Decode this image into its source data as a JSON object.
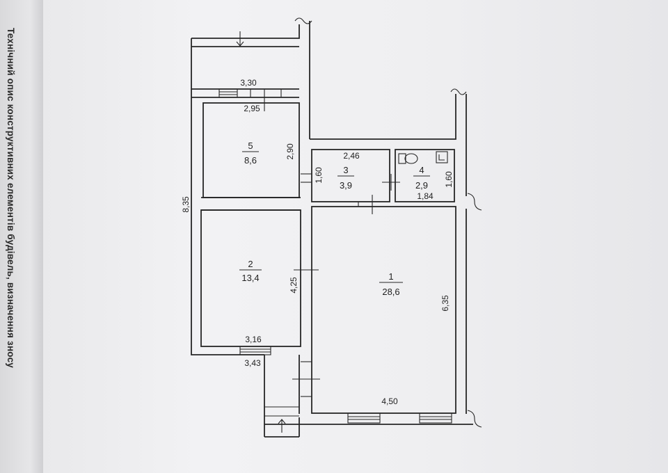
{
  "side_caption": "Технічний опис конструктивних елементів будівель, визначення зносу",
  "rooms": [
    {
      "number": "1",
      "area": "28,6"
    },
    {
      "number": "2",
      "area": "13,4"
    },
    {
      "number": "3",
      "area": "3,9"
    },
    {
      "number": "4",
      "area": "2,9"
    },
    {
      "number": "5",
      "area": "8,6"
    }
  ],
  "dimensions": {
    "d330": "3,30",
    "d295": "2,95",
    "d290": "2,90",
    "d835": "8,35",
    "d160a": "1,60",
    "d246": "2,46",
    "d160b": "1,60",
    "d184": "1,84",
    "d425": "4,25",
    "d635": "6,35",
    "d316": "3,16",
    "d343": "3,43",
    "d450": "4,50"
  }
}
